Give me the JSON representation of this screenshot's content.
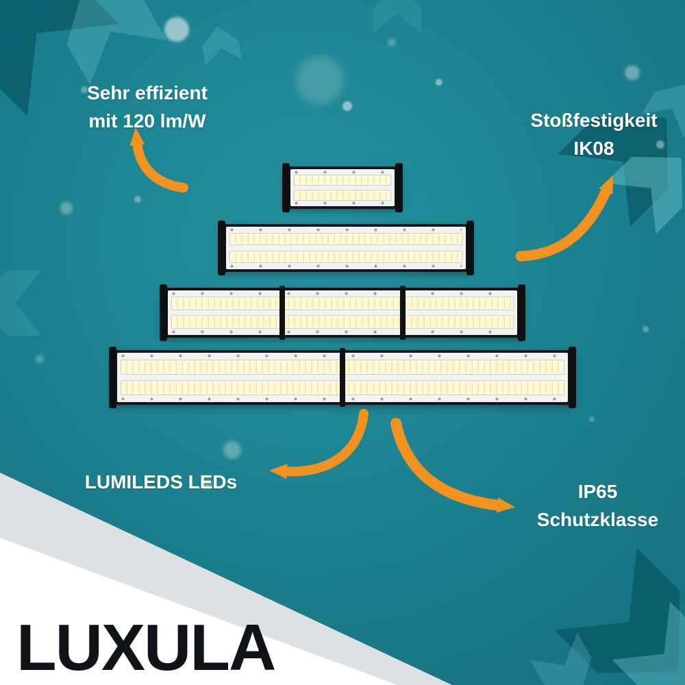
{
  "colors": {
    "background_teal": "#1B7E8C",
    "accent_orange": "#F29321",
    "logo_black": "#101318",
    "text_white": "#FFFFFF"
  },
  "callouts": {
    "top_left": {
      "lines": [
        "Sehr effizient",
        "mit 120 lm/W"
      ]
    },
    "top_right": {
      "lines": [
        "Stoßfestigkeit",
        "IK08"
      ]
    },
    "bottom_left": {
      "lines": [
        "LUMILEDS LEDs"
      ]
    },
    "bottom_right": {
      "lines": [
        "IP65",
        "Schutzklasse"
      ]
    }
  },
  "brand": {
    "logo_text": "LUXULA"
  }
}
